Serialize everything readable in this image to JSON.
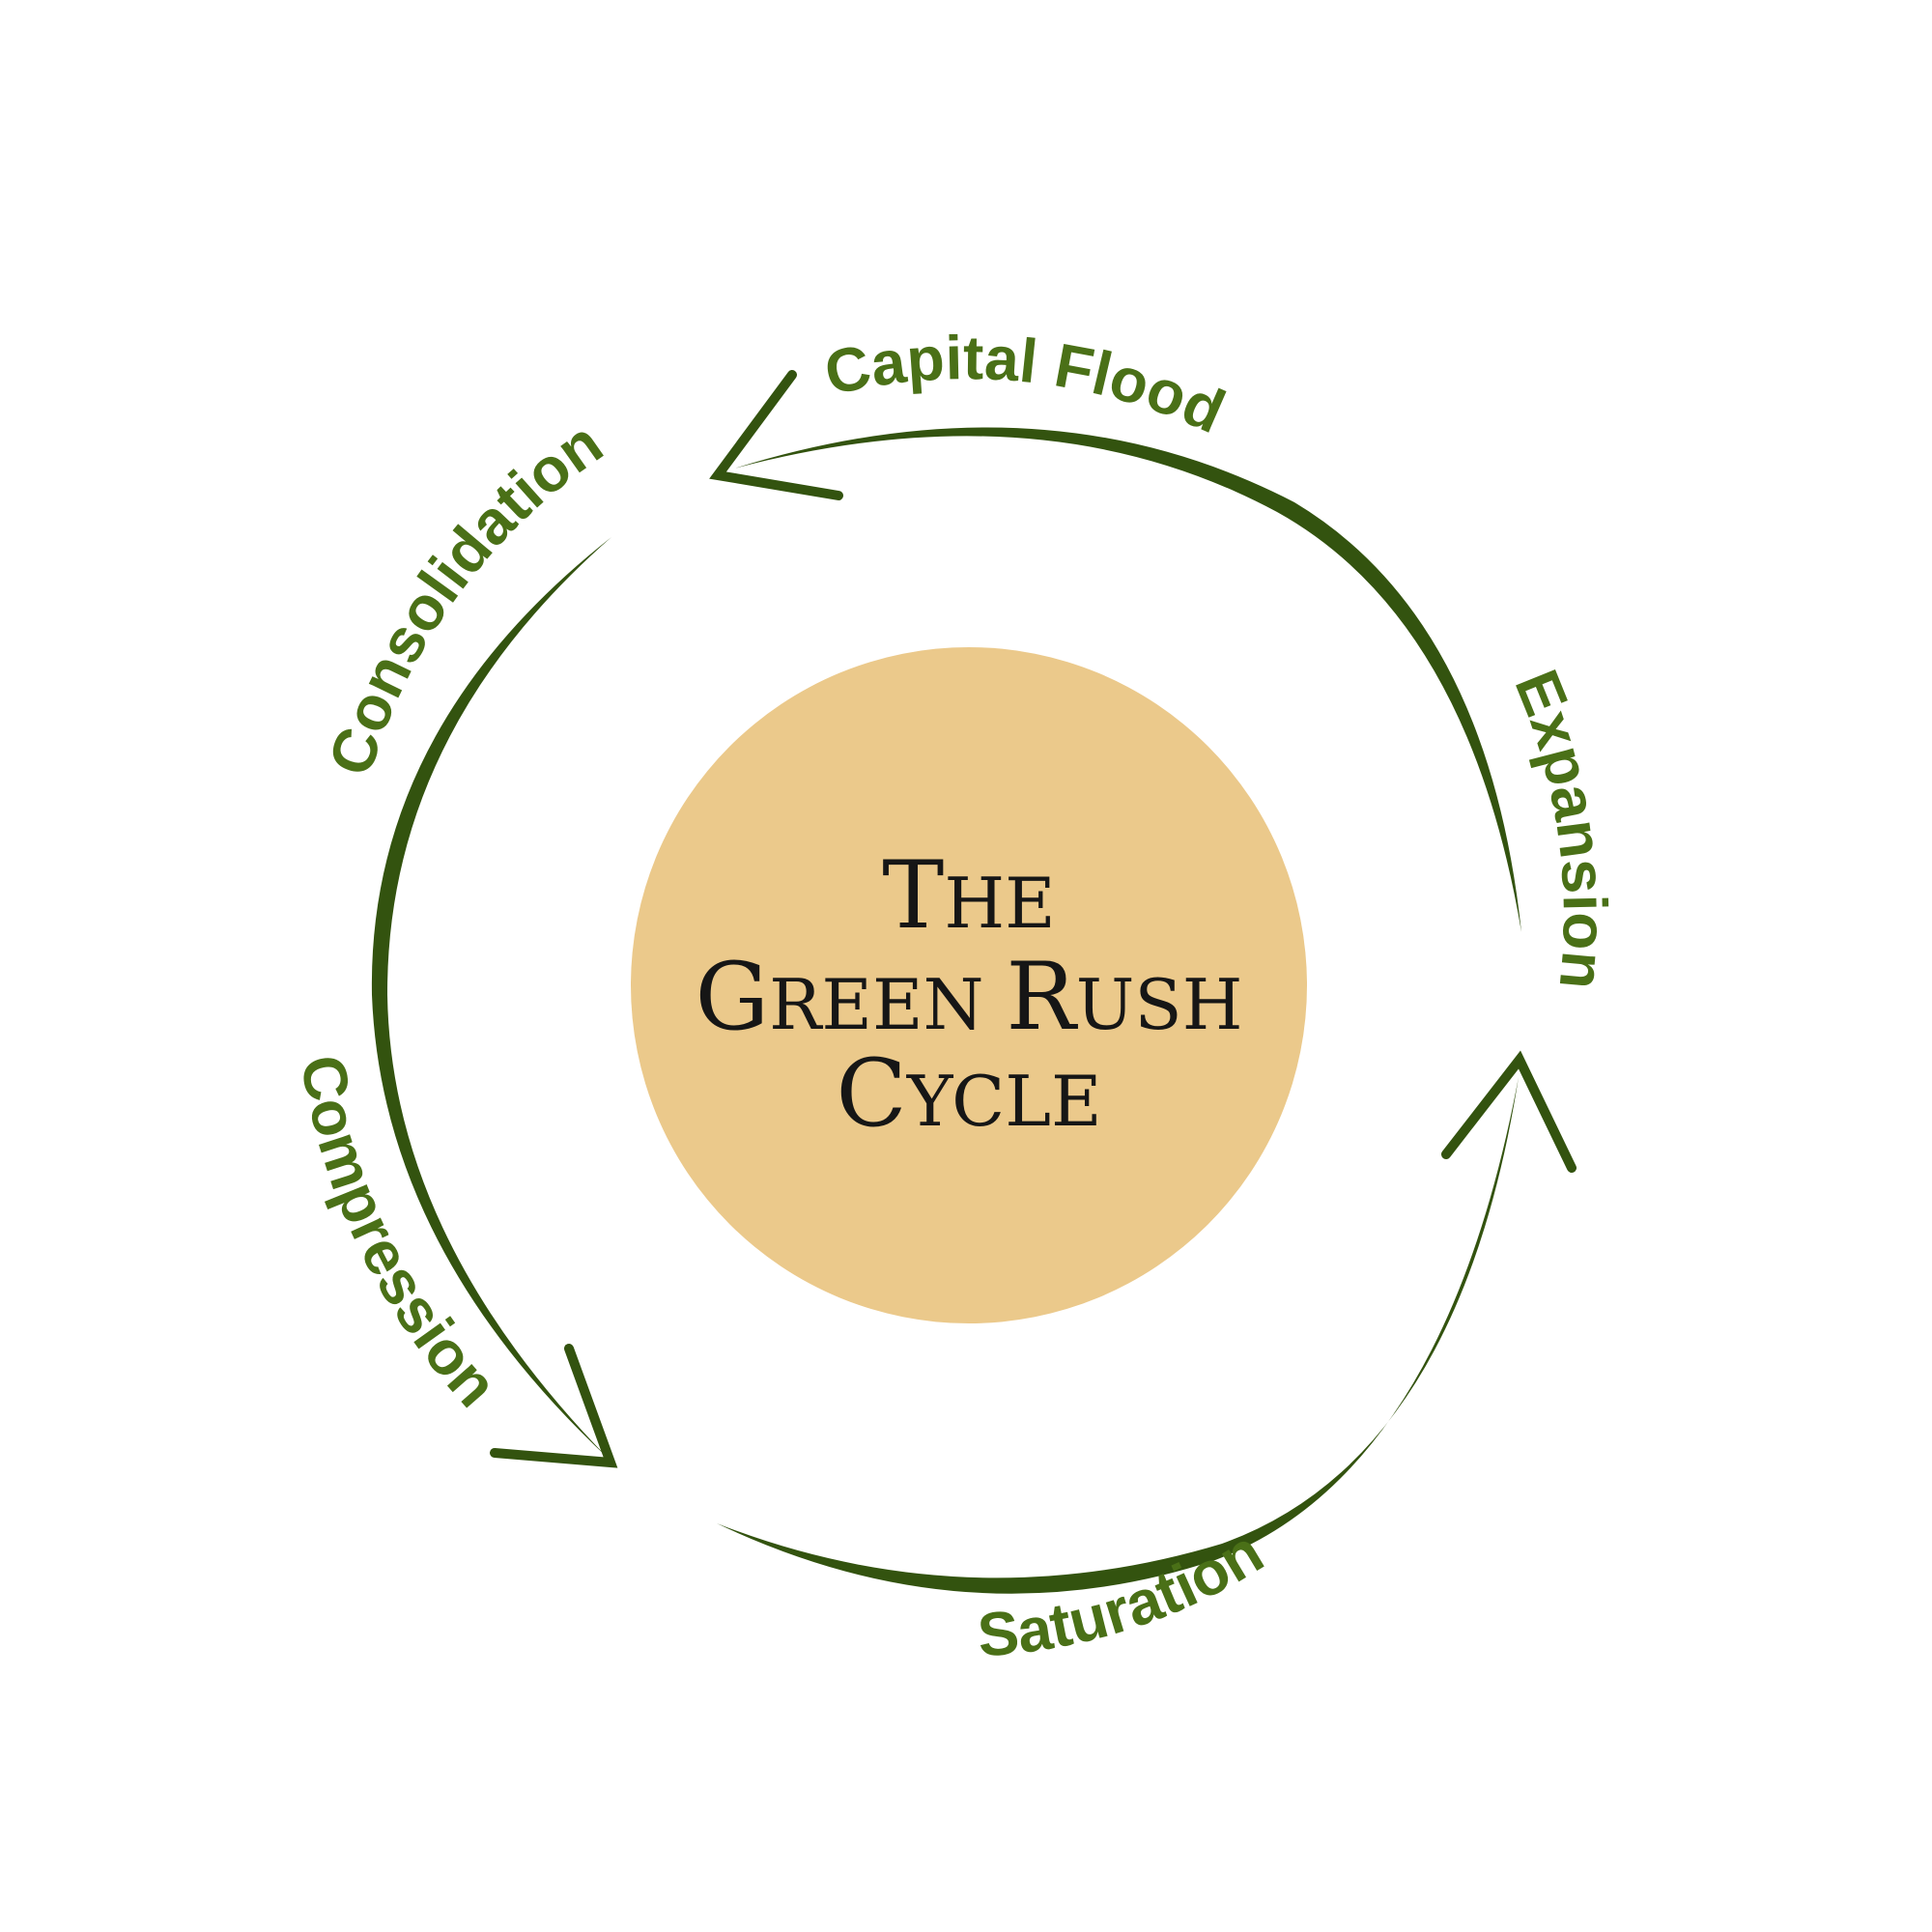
{
  "title": {
    "lines": [
      "The",
      "Green Rush",
      "Cycle"
    ]
  },
  "stages": [
    {
      "label": "Capital Flood"
    },
    {
      "label": "Expansion"
    },
    {
      "label": "Saturation"
    },
    {
      "label": "Compression"
    },
    {
      "label": "Consolidation"
    }
  ],
  "colors": {
    "center_circle": "#ebc98b",
    "arrow": "#33530f",
    "label": "#4a7017",
    "title_text": "#161616",
    "background": "#ffffff"
  }
}
